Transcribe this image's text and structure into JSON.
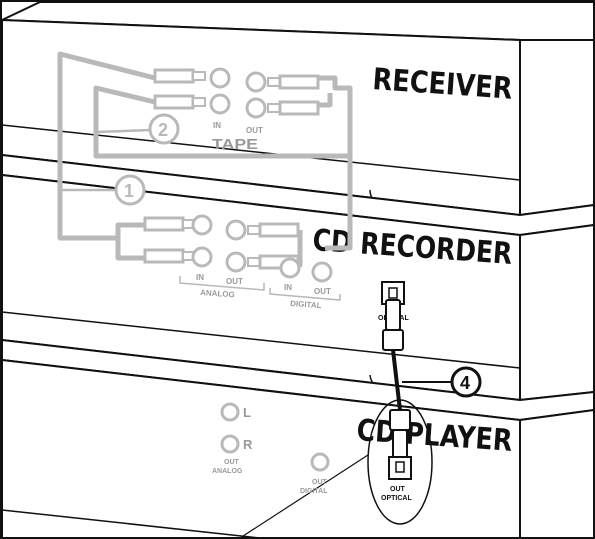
{
  "devices": {
    "receiver": "RECEIVER",
    "cd_recorder": "CD RECORDER",
    "cd_player": "CD PLAYER"
  },
  "receiver_panel": {
    "section": "TAPE",
    "in": "IN",
    "out": "OUT"
  },
  "recorder_panel": {
    "analog": "ANALOG",
    "digital": "DIGITAL",
    "in": "IN",
    "out": "OUT",
    "digital_in": "IN",
    "digital_out": "OUT",
    "optical": "OPTICAL"
  },
  "player_panel": {
    "l": "L",
    "r": "R",
    "analog_out": "OUT",
    "analog": "ANALOG",
    "digital_out": "OUT",
    "digital": "DIGITAL",
    "optical_out": "OUT",
    "optical": "OPTICAL"
  },
  "callouts": [
    "1",
    "2",
    "4"
  ],
  "colors": {
    "cable_gray": "#b9b9b9",
    "outline": "#111111",
    "face": "#ffffff"
  }
}
